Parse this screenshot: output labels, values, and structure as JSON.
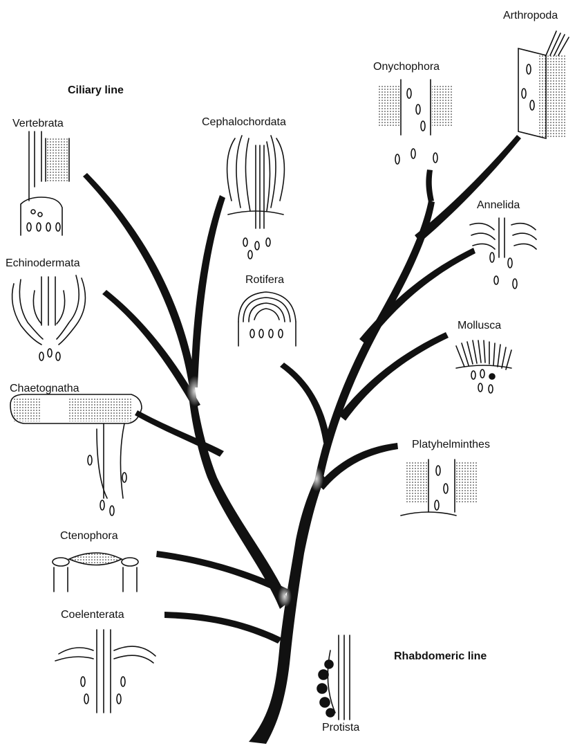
{
  "line_labels": {
    "ciliary": "Ciliary line",
    "rhabdomeric": "Rhabdomeric line"
  },
  "taxa": {
    "arthropoda": "Arthropoda",
    "onychophora": "Onychophora",
    "vertebrata": "Vertebrata",
    "cephalochordata": "Cephalochordata",
    "annelida": "Annelida",
    "echinodermata": "Echinodermata",
    "rotifera": "Rotifera",
    "mollusca": "Mollusca",
    "chaetognatha": "Chaetognatha",
    "platyhelminthes": "Platyhelminthes",
    "ctenophora": "Ctenophora",
    "coelenterata": "Coelenterata",
    "protista": "Protista"
  },
  "colors": {
    "ink": "#111111",
    "background": "#ffffff"
  }
}
